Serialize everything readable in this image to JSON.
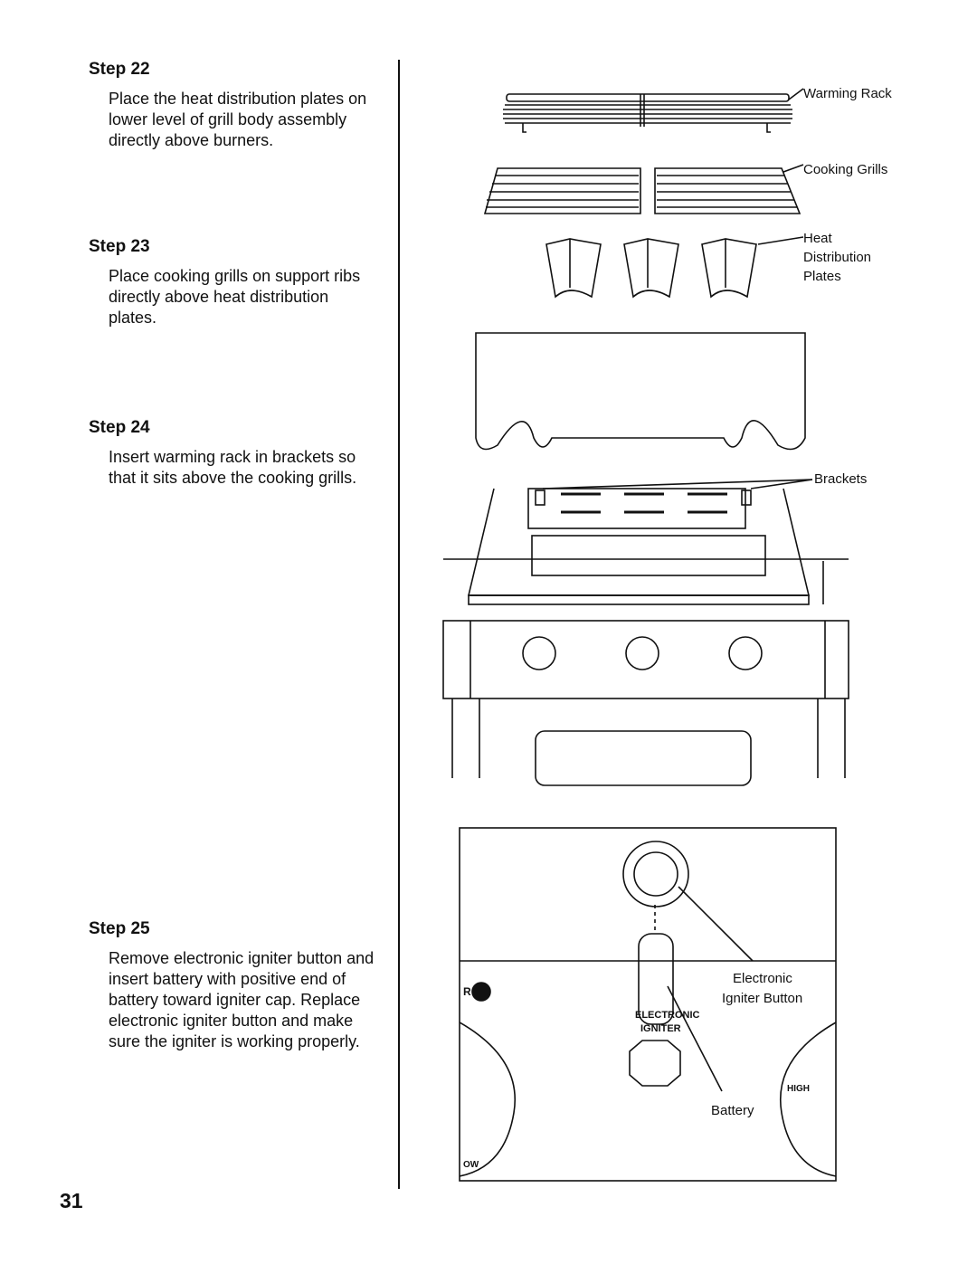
{
  "steps": [
    {
      "heading": "Step 22",
      "text": "Place the heat distribution plates on lower level of grill body assembly directly above burners."
    },
    {
      "heading": "Step 23",
      "text": "Place cooking grills on support ribs directly above heat distribution plates."
    },
    {
      "heading": "Step 24",
      "text": "Insert warming rack in brackets so that it sits above the cooking grills."
    },
    {
      "heading": "Step 25",
      "text": "Remove electronic igniter button and insert battery with positive end of battery toward igniter cap. Replace electronic igniter button and make sure the igniter is working properly."
    }
  ],
  "labels": {
    "warming_rack": "Warming Rack",
    "cooking_grills": "Cooking Grills",
    "heat": "Heat",
    "distribution": "Distribution",
    "plates": "Plates",
    "brackets": "Brackets",
    "electronic": "Electronic",
    "igniter_button": "Igniter Button",
    "battery": "Battery"
  },
  "panel_text": {
    "electronic": "ELECTRONIC",
    "igniter": "IGNITER",
    "high": "HIGH",
    "low": "OW",
    "r": "R"
  },
  "page_number": "31"
}
